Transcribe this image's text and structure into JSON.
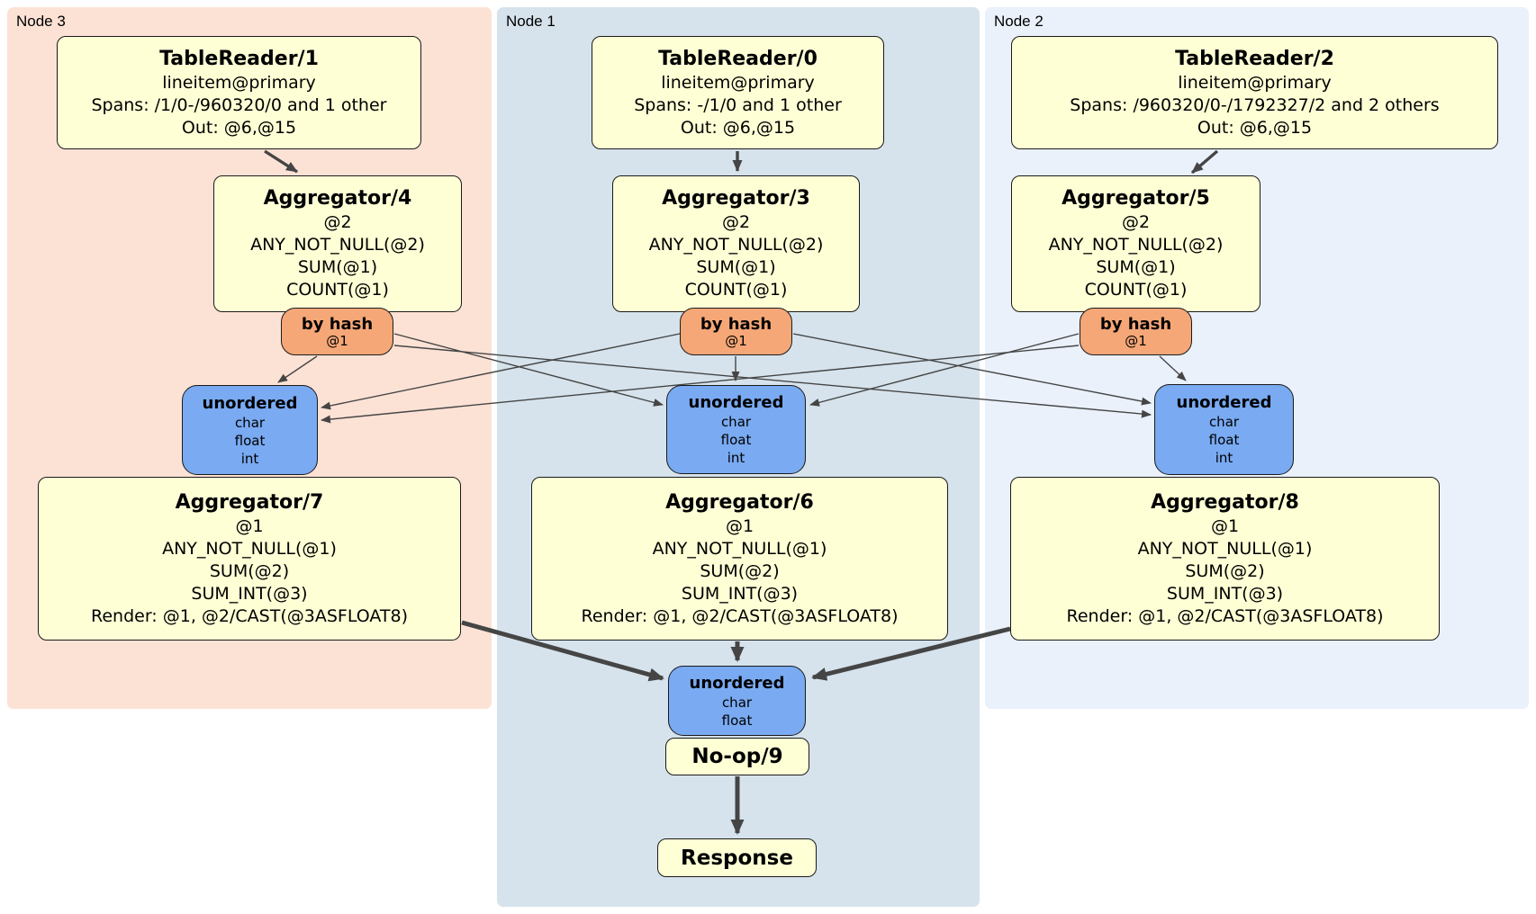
{
  "panels": {
    "node3": {
      "label": "Node 3"
    },
    "node1": {
      "label": "Node 1"
    },
    "node2": {
      "label": "Node 2"
    }
  },
  "processors": {
    "tr1": {
      "title": "TableReader/1",
      "lines": [
        "lineitem@primary",
        "Spans: /1/0-/960320/0 and 1 other",
        "Out: @6,@15"
      ]
    },
    "tr0": {
      "title": "TableReader/0",
      "lines": [
        "lineitem@primary",
        "Spans: -/1/0 and 1 other",
        "Out: @6,@15"
      ]
    },
    "tr2": {
      "title": "TableReader/2",
      "lines": [
        "lineitem@primary",
        "Spans: /960320/0-/1792327/2 and 2 others",
        "Out: @6,@15"
      ]
    },
    "agg4": {
      "title": "Aggregator/4",
      "lines": [
        "@2",
        "ANY_NOT_NULL(@2)",
        "SUM(@1)",
        "COUNT(@1)"
      ]
    },
    "agg3": {
      "title": "Aggregator/3",
      "lines": [
        "@2",
        "ANY_NOT_NULL(@2)",
        "SUM(@1)",
        "COUNT(@1)"
      ]
    },
    "agg5": {
      "title": "Aggregator/5",
      "lines": [
        "@2",
        "ANY_NOT_NULL(@2)",
        "SUM(@1)",
        "COUNT(@1)"
      ]
    },
    "agg7": {
      "title": "Aggregator/7",
      "lines": [
        "@1",
        "ANY_NOT_NULL(@1)",
        "SUM(@2)",
        "SUM_INT(@3)",
        "Render: @1, @2/CAST(@3ASFLOAT8)"
      ]
    },
    "agg6": {
      "title": "Aggregator/6",
      "lines": [
        "@1",
        "ANY_NOT_NULL(@1)",
        "SUM(@2)",
        "SUM_INT(@3)",
        "Render: @1, @2/CAST(@3ASFLOAT8)"
      ]
    },
    "agg8": {
      "title": "Aggregator/8",
      "lines": [
        "@1",
        "ANY_NOT_NULL(@1)",
        "SUM(@2)",
        "SUM_INT(@3)",
        "Render: @1, @2/CAST(@3ASFLOAT8)"
      ]
    },
    "noop": {
      "title": "No-op/9"
    },
    "response": {
      "title": "Response"
    }
  },
  "routers": {
    "r3": {
      "title": "by hash",
      "lines": [
        "@1"
      ]
    },
    "r1": {
      "title": "by hash",
      "lines": [
        "@1"
      ]
    },
    "r2": {
      "title": "by hash",
      "lines": [
        "@1"
      ]
    }
  },
  "syncs": {
    "u3": {
      "title": "unordered",
      "lines": [
        "char",
        "float",
        "int"
      ]
    },
    "u1": {
      "title": "unordered",
      "lines": [
        "char",
        "float",
        "int"
      ]
    },
    "u2": {
      "title": "unordered",
      "lines": [
        "char",
        "float",
        "int"
      ]
    },
    "ufinal": {
      "title": "unordered",
      "lines": [
        "char",
        "float"
      ]
    }
  },
  "edges": [
    {
      "from": "TableReader/1",
      "to": "Aggregator/4"
    },
    {
      "from": "TableReader/0",
      "to": "Aggregator/3"
    },
    {
      "from": "TableReader/2",
      "to": "Aggregator/5"
    },
    {
      "from": "by hash (Node 3)",
      "to": "unordered (Node 3)"
    },
    {
      "from": "by hash (Node 3)",
      "to": "unordered (Node 1)"
    },
    {
      "from": "by hash (Node 3)",
      "to": "unordered (Node 2)"
    },
    {
      "from": "by hash (Node 1)",
      "to": "unordered (Node 3)"
    },
    {
      "from": "by hash (Node 1)",
      "to": "unordered (Node 1)"
    },
    {
      "from": "by hash (Node 1)",
      "to": "unordered (Node 2)"
    },
    {
      "from": "by hash (Node 2)",
      "to": "unordered (Node 3)"
    },
    {
      "from": "by hash (Node 2)",
      "to": "unordered (Node 1)"
    },
    {
      "from": "by hash (Node 2)",
      "to": "unordered (Node 2)"
    },
    {
      "from": "Aggregator/7",
      "to": "unordered (final)"
    },
    {
      "from": "Aggregator/6",
      "to": "unordered (final)"
    },
    {
      "from": "Aggregator/8",
      "to": "unordered (final)"
    },
    {
      "from": "No-op/9",
      "to": "Response"
    }
  ],
  "colors": {
    "panel_node3": "#FCE2D5",
    "panel_node1": "#D6E3EC",
    "panel_node2": "#EAF1FA",
    "processor_fill": "#FFFFD6",
    "router_fill": "#F6A777",
    "sync_fill": "#79AAF2",
    "edge_stroke": "#454545",
    "border": "#1A1A1A"
  }
}
